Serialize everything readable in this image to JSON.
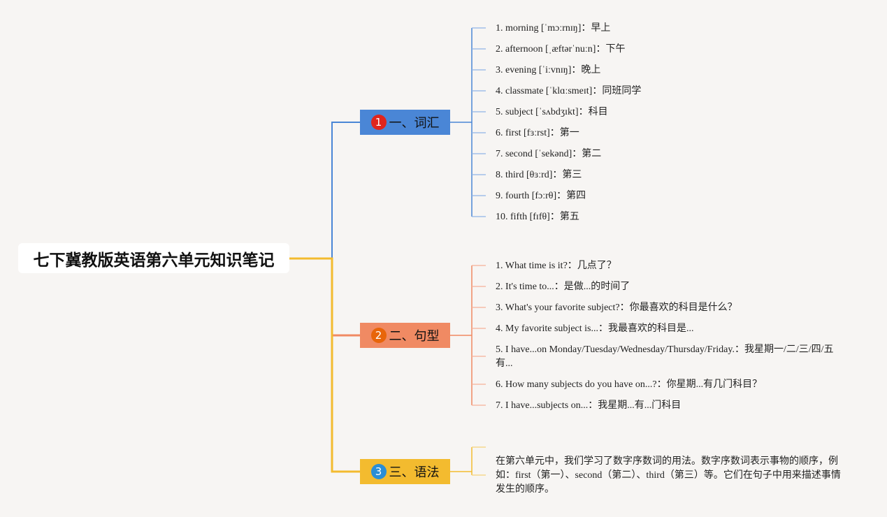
{
  "root": {
    "title": "七下冀教版英语第六单元知识笔记"
  },
  "colors": {
    "b1": "#4a86d6",
    "b2": "#f08a63",
    "b3": "#f3bb2f",
    "badge1": "#e0251d",
    "badge2": "#e8650a",
    "badge3": "#2a8ed6"
  },
  "branches": [
    {
      "badge": "1",
      "label": "一、词汇",
      "items": [
        "1. morning [ˈmɔːrnɪŋ]：早上",
        "2. afternoon [ˌæftərˈnuːn]：下午",
        "3. evening [ˈiːvnɪŋ]：晚上",
        "4. classmate [ˈklɑːsmeɪt]：同班同学",
        "5. subject [ˈsʌbdʒɪkt]：科目",
        "6. first [fɜːrst]：第一",
        "7. second [ˈsekənd]：第二",
        "8. third [θɜːrd]：第三",
        "9. fourth [fɔːrθ]：第四",
        "10. fifth [fɪfθ]：第五"
      ]
    },
    {
      "badge": "2",
      "label": "二、句型",
      "items": [
        "1. What time is it?：几点了？",
        "2. It's time to...：是做...的时间了",
        "3. What's your favorite subject?：你最喜欢的科目是什么？",
        "4. My favorite subject is...：我最喜欢的科目是...",
        "5. I have...on Monday/Tuesday/Wednesday/Thursday/Friday.：我星期一/二/三/四/五有...",
        "6. How many subjects do you have on...?：你星期...有几门科目？",
        "7. I have...subjects on...：我星期...有...门科目"
      ]
    },
    {
      "badge": "3",
      "label": "三、语法",
      "items": [
        "在第六单元中，我们学习了数字序数词的用法。数字序数词表示事物的顺序，例如：first（第一）、second（第二）、third（第三）等。它们在句子中用来描述事情发生的顺序。"
      ]
    }
  ]
}
